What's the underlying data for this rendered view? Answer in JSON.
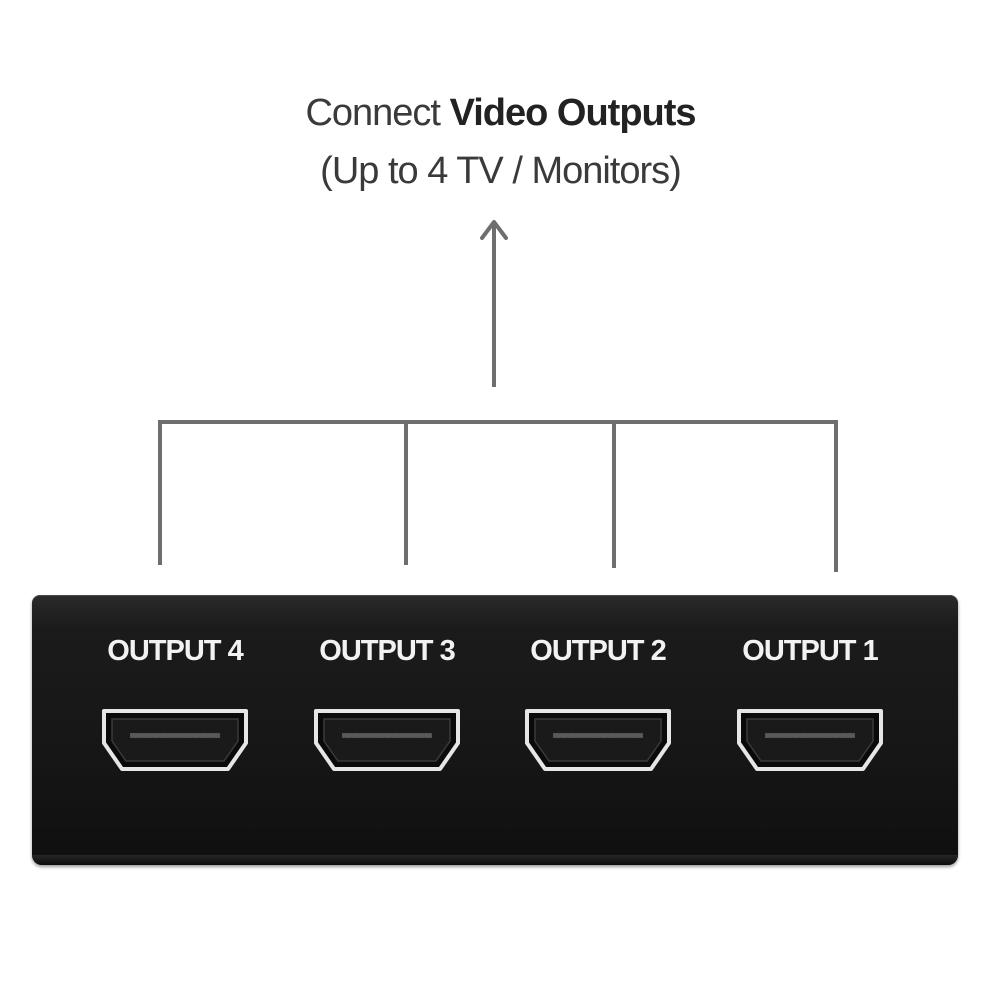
{
  "caption": {
    "prefix": "Connect",
    "emphasis": "Video Outputs",
    "subtitle": "(Up to 4 TV / Monitors)"
  },
  "device": {
    "ports": [
      {
        "label": "OUTPUT 4"
      },
      {
        "label": "OUTPUT 3"
      },
      {
        "label": "OUTPUT 2"
      },
      {
        "label": "OUTPUT 1"
      }
    ]
  },
  "colors": {
    "wire": "#6e6e6e",
    "device_body": "#161616",
    "label_text": "#f2f2f2",
    "port_outline": "#e6e6e6"
  }
}
